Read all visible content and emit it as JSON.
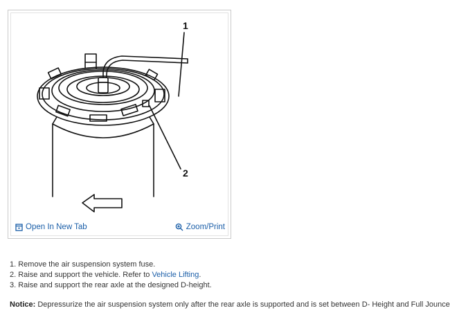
{
  "figure": {
    "callouts": [
      "1",
      "2"
    ],
    "toolbar": {
      "open_tab_label": "Open In New Tab",
      "zoom_print_label": "Zoom/Print"
    },
    "icons": {
      "open_tab": "open-in-new-tab-icon",
      "zoom": "magnifier-icon"
    }
  },
  "steps": [
    {
      "text": "1. Remove the air suspension system fuse."
    },
    {
      "text": "2. Raise and support the vehicle. Refer to ",
      "link": "Vehicle Lifting",
      "suffix": "."
    },
    {
      "text": "3. Raise and support the rear axle at the designed D-height."
    }
  ],
  "notice": {
    "label": "Notice:",
    "text": " Depressurize the air suspension system only after the rear axle is supported and is set between D- Height and Full Jounce."
  },
  "colors": {
    "link": "#1a5ea8",
    "text": "#333333",
    "frame": "#c9c9c9"
  }
}
